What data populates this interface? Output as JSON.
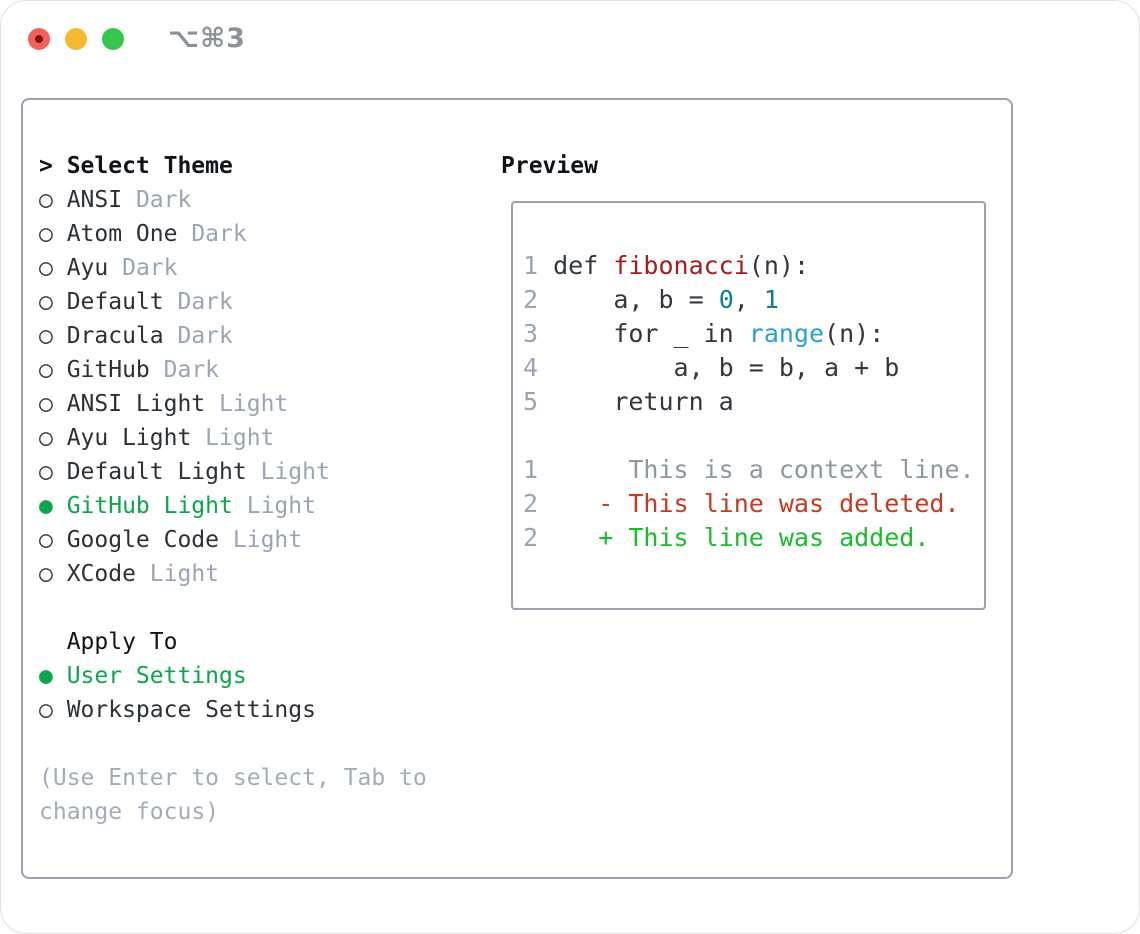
{
  "window": {
    "shortcut": "⌥⌘3",
    "controls": [
      "close",
      "minimize",
      "zoom"
    ]
  },
  "markers": {
    "selected": "●",
    "unselected": "○",
    "header": ">"
  },
  "panel": {
    "left": {
      "header": {
        "marker": ">",
        "label": "Select Theme"
      },
      "themes": [
        {
          "name": "ANSI",
          "variant": "Dark",
          "selected": false
        },
        {
          "name": "Atom One",
          "variant": "Dark",
          "selected": false
        },
        {
          "name": "Ayu",
          "variant": "Dark",
          "selected": false
        },
        {
          "name": "Default",
          "variant": "Dark",
          "selected": false
        },
        {
          "name": "Dracula",
          "variant": "Dark",
          "selected": false
        },
        {
          "name": "GitHub",
          "variant": "Dark",
          "selected": false
        },
        {
          "name": "ANSI Light",
          "variant": "Light",
          "selected": false
        },
        {
          "name": "Ayu Light",
          "variant": "Light",
          "selected": false
        },
        {
          "name": "Default Light",
          "variant": "Light",
          "selected": false
        },
        {
          "name": "GitHub Light",
          "variant": "Light",
          "selected": true
        },
        {
          "name": "Google Code",
          "variant": "Light",
          "selected": false
        },
        {
          "name": "XCode",
          "variant": "Light",
          "selected": false
        }
      ],
      "apply_to": {
        "label": "Apply To",
        "options": [
          {
            "name": "User Settings",
            "selected": true
          },
          {
            "name": "Workspace Settings",
            "selected": false
          }
        ]
      },
      "hint_lines": [
        "(Use Enter to select, Tab to",
        "change focus)"
      ]
    },
    "preview": {
      "header": "Preview",
      "code_lines": [
        {
          "num": "1",
          "segments": [
            {
              "t": "def ",
              "c": "code"
            },
            {
              "t": "fibonacci",
              "c": "func"
            },
            {
              "t": "(n):",
              "c": "code"
            }
          ]
        },
        {
          "num": "2",
          "segments": [
            {
              "t": "    a, b = ",
              "c": "code"
            },
            {
              "t": "0",
              "c": "number"
            },
            {
              "t": ", ",
              "c": "code"
            },
            {
              "t": "1",
              "c": "number"
            }
          ]
        },
        {
          "num": "3",
          "segments": [
            {
              "t": "    for _ in ",
              "c": "code"
            },
            {
              "t": "range",
              "c": "builtin"
            },
            {
              "t": "(n):",
              "c": "code"
            }
          ]
        },
        {
          "num": "4",
          "segments": [
            {
              "t": "        a, b = b, a + b",
              "c": "code"
            }
          ]
        },
        {
          "num": "5",
          "segments": [
            {
              "t": "    return a",
              "c": "code"
            }
          ]
        },
        {
          "num": "",
          "segments": []
        },
        {
          "num": "1",
          "segments": [
            {
              "t": "     This is a context line.",
              "c": "context"
            }
          ]
        },
        {
          "num": "2",
          "segments": [
            {
              "t": "   - This line was deleted.",
              "c": "deleted"
            }
          ]
        },
        {
          "num": "2",
          "segments": [
            {
              "t": "   + This line was added.",
              "c": "added"
            }
          ]
        }
      ]
    }
  },
  "colors": {
    "accent_green": "#0ca64c",
    "diff_added_green": "#1abc2c",
    "diff_deleted_red": "#c53a21",
    "function_red": "#a81c1c",
    "number_teal": "#0e7f8c",
    "builtin_blue": "#2b9fd4",
    "code_text": "#32383e",
    "muted_gray": "#9aa5b1",
    "hint_gray": "#a4adb6",
    "context_gray": "#8f979f",
    "border_gray": "#9aa2ac",
    "titlebar_gray": "#8c9197",
    "traffic_red": "#f4615a",
    "traffic_red_dot": "#7e150b",
    "traffic_yellow": "#f6ba30",
    "traffic_green": "#36c64f"
  }
}
